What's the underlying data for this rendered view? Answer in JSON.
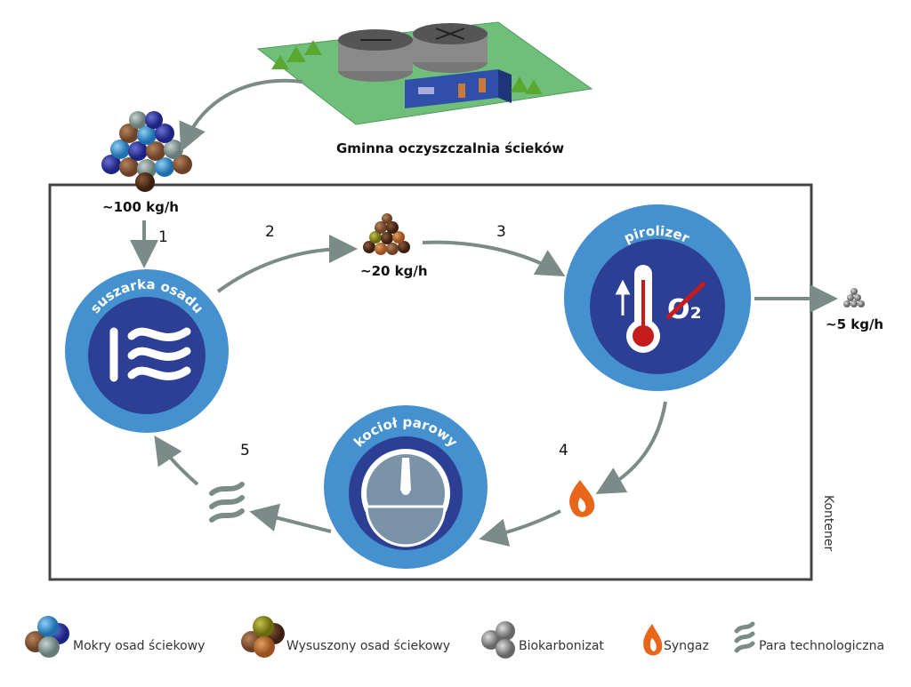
{
  "plant_label": "Gminna oczyszczalnia ścieków",
  "container_label": "Kontener",
  "flows": {
    "wet": "~100 kg/h",
    "dried": "~20 kg/h",
    "biochar": "~5 kg/h"
  },
  "steps": [
    "1",
    "2",
    "3",
    "4",
    "5"
  ],
  "units": {
    "dryer": "suszarka osadu",
    "pyrolizer": "pirolizer",
    "boiler": "kocioł parowy",
    "oxygen": "O₂"
  },
  "legend": [
    {
      "label": "Mokry osad ściekowy",
      "icon": "wet-sludge-icon"
    },
    {
      "label": "Wysuszony osad ściekowy",
      "icon": "dried-sludge-icon"
    },
    {
      "label": "Biokarbonizat",
      "icon": "biochar-icon"
    },
    {
      "label": "Syngaz",
      "icon": "flame-icon"
    },
    {
      "label": "Para technologiczna",
      "icon": "steam-icon"
    }
  ],
  "colors": {
    "ring_outer": "#4590cf",
    "ring_inner": "#2c3f94",
    "arrow": "#7b8c88",
    "flame": "#e8661a"
  }
}
